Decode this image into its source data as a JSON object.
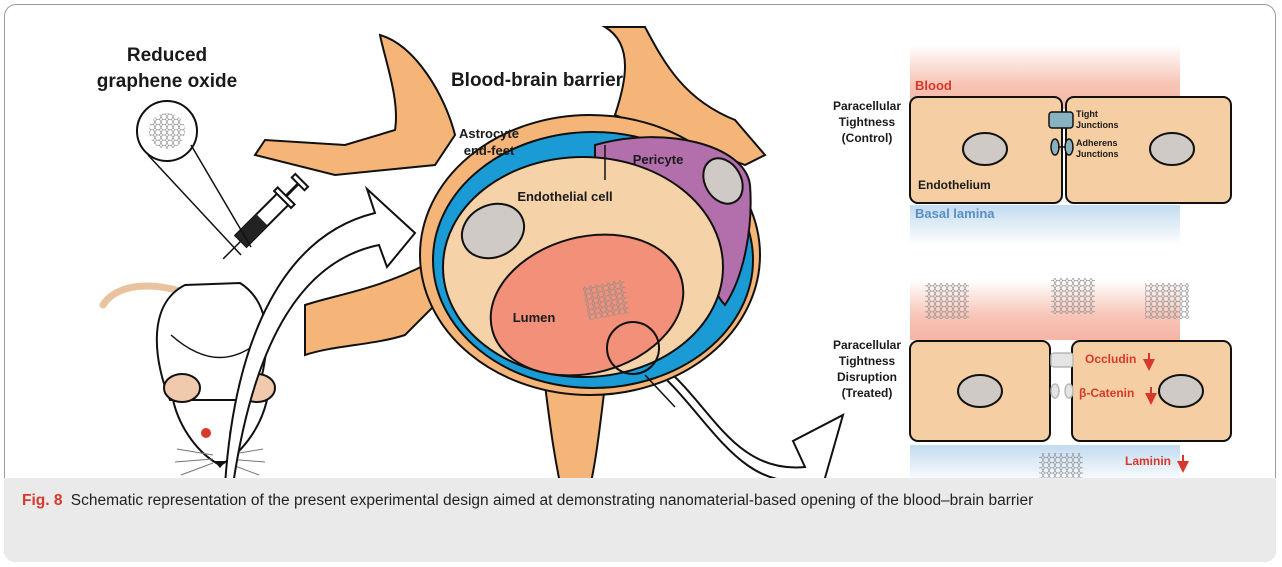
{
  "title": "Blood-brain barrier",
  "left": {
    "material_label_line1": "Reduced",
    "material_label_line2": "graphene oxide"
  },
  "bbb": {
    "astrocyte_line1": "Astrocyte",
    "astrocyte_line2": "end-feet",
    "pericyte": "Pericyte",
    "endothelial": "Endothelial cell",
    "lumen": "Lumen"
  },
  "control": {
    "blood": "Blood",
    "side_line1": "Paracellular",
    "side_line2": "Tightness",
    "side_line3": "(Control)",
    "tight_line1": "Tight",
    "tight_line2": "Junctions",
    "adherens_line1": "Adherens",
    "adherens_line2": "Junctions",
    "endothelium": "Endothelium",
    "basal": "Basal lamina"
  },
  "treated": {
    "side_line1": "Paracellular",
    "side_line2": "Tightness",
    "side_line3": "Disruption",
    "side_line4": "(Treated)",
    "occludin": "Occludin",
    "catenin": "β-Catenin",
    "laminin": "Laminin"
  },
  "caption": {
    "label": "Fig. 8",
    "text": "Schematic representation of the present experimental design aimed at demonstrating nanomaterial-based opening of the blood–brain barrier"
  },
  "colors": {
    "astrocyte": "#f5b578",
    "basal": "#1b9bd6",
    "endothelial": "#f6d2a8",
    "lumen": "#f2907a",
    "pericyte": "#b36fac",
    "nucleus": "#cfcac5",
    "blood": "#f6b8a8",
    "basal_lamina": "#b9d6ee",
    "cell": "#f5cfa3",
    "decrease": "#d6392b"
  }
}
